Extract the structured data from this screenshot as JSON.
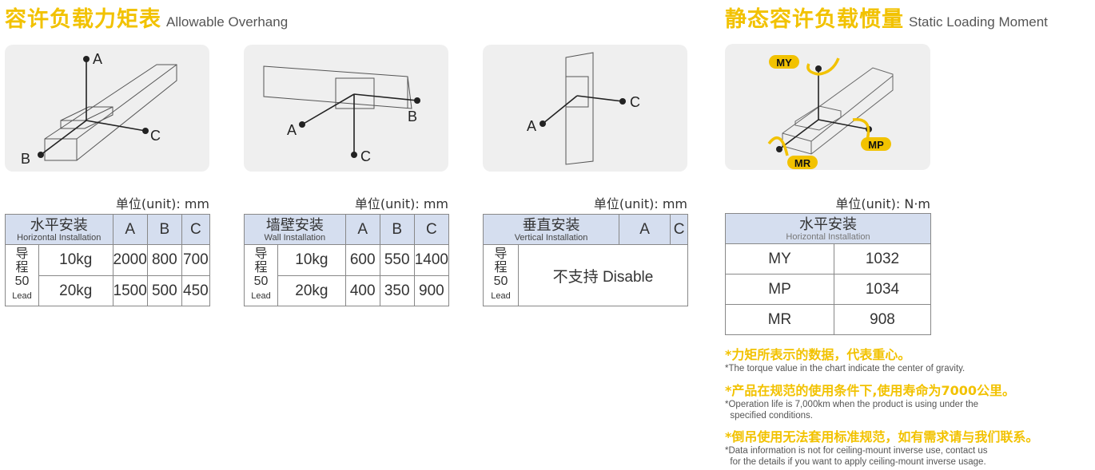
{
  "left_title": {
    "cn": "容许负载力矩表",
    "en": "Allowable Overhang"
  },
  "right_title": {
    "cn": "静态容许负载惯量",
    "en": "Static Loading Moment"
  },
  "diagram_labels": {
    "a": "A",
    "b": "B",
    "c": "C",
    "my": "MY",
    "mp": "MP",
    "mr": "MR"
  },
  "unit_mm": "单位(unit): mm",
  "unit_nm": "单位(unit): N·m",
  "lead": {
    "cn1": "导",
    "cn2": "程",
    "num": "50",
    "en": "Lead"
  },
  "tables": [
    {
      "cn": "水平安装",
      "en": "Horizontal Installation",
      "cols": [
        "A",
        "B",
        "C"
      ],
      "rows": [
        {
          "load": "10kg",
          "values": [
            "2000",
            "800",
            "700"
          ]
        },
        {
          "load": "20kg",
          "values": [
            "1500",
            "500",
            "450"
          ]
        }
      ]
    },
    {
      "cn": "墙壁安装",
      "en": "Wall Installation",
      "cols": [
        "A",
        "B",
        "C"
      ],
      "rows": [
        {
          "load": "10kg",
          "values": [
            "600",
            "550",
            "1400"
          ]
        },
        {
          "load": "20kg",
          "values": [
            "400",
            "350",
            "900"
          ]
        }
      ]
    },
    {
      "cn": "垂直安装",
      "en": "Vertical Installation",
      "cols": [
        "A",
        "C"
      ],
      "disable": "不支持 Disable"
    }
  ],
  "moment_table": {
    "cn": "水平安装",
    "en": "Horizontal Installation",
    "rows": [
      {
        "name": "MY",
        "value": "1032"
      },
      {
        "name": "MP",
        "value": "1034"
      },
      {
        "name": "MR",
        "value": "908"
      }
    ]
  },
  "notes": [
    {
      "cn": "*力矩所表示的数据，代表重心。",
      "en": [
        "*The torque value in the chart indicate the center of gravity."
      ]
    },
    {
      "cn": "*产品在规范的使用条件下,使用寿命为7000公里。",
      "en": [
        "*Operation life is 7,000km when the product is using under the",
        "  specified conditions."
      ]
    },
    {
      "cn": "*倒吊使用无法套用标准规范，如有需求请与我们联系。",
      "en": [
        "*Data information is not for ceiling-mount inverse use, contact us",
        "  for the details if you want to apply ceiling-mount inverse usage."
      ]
    }
  ],
  "colors": {
    "accent": "#f2c200",
    "header": "#d5deef",
    "panel": "#efefef"
  }
}
